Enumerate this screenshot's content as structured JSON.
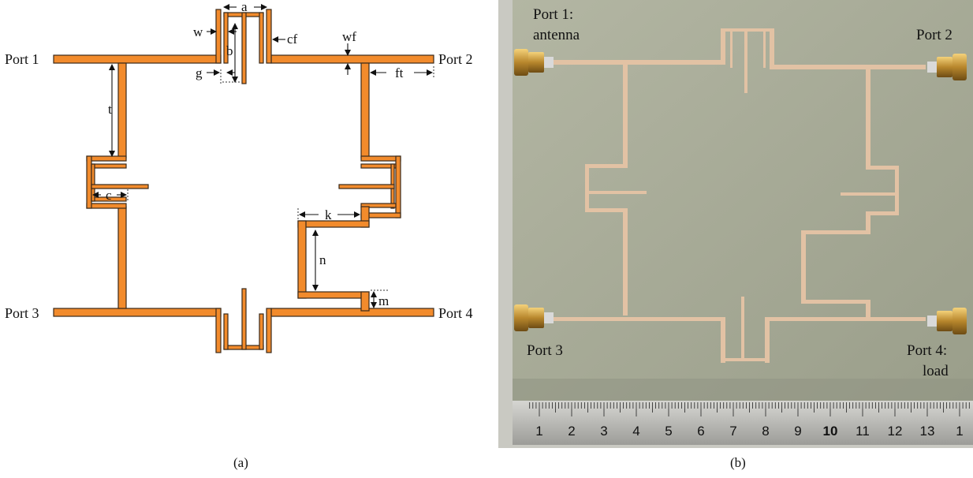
{
  "diagram": {
    "ports": [
      "Port 1",
      "Port 2",
      "Port 3",
      "Port 4"
    ],
    "dimensions": [
      "a",
      "w",
      "cf",
      "wf",
      "b",
      "g",
      "ft",
      "t",
      "c",
      "k",
      "n",
      "m"
    ],
    "caption": "(a)"
  },
  "photo": {
    "port1_line1": "Port 1:",
    "port1_line2": "antenna",
    "port2": "Port 2",
    "port3": "Port 3",
    "port4_line1": "Port 4:",
    "port4_line2": "load",
    "ruler_numbers": [
      "1",
      "2",
      "3",
      "4",
      "5",
      "6",
      "7",
      "8",
      "9",
      "10",
      "11",
      "12",
      "13",
      "1"
    ],
    "caption": "(b)"
  },
  "colors": {
    "trace": "#f28b2c",
    "substrate": "#a8ab98",
    "copper": "#e2c2a4"
  }
}
